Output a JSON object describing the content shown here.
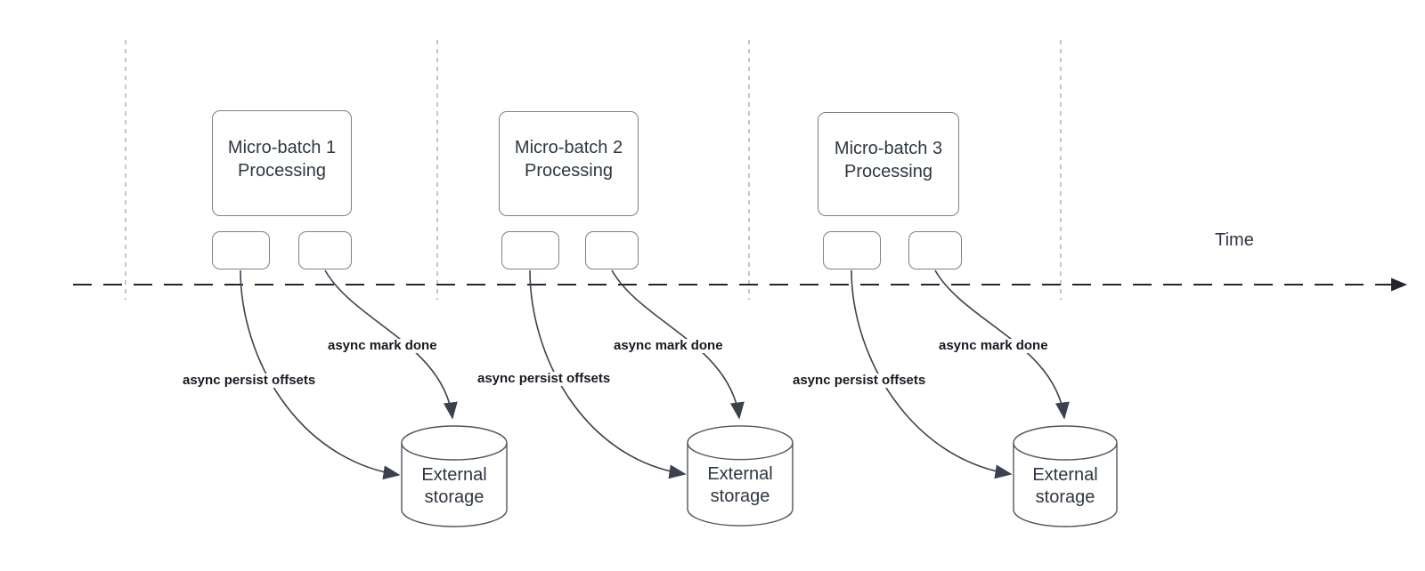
{
  "colors": {
    "background": "#ffffff",
    "guide_line": "#b0b3b6",
    "timeline_stroke": "#23262e",
    "arrow_stroke": "#3b424d",
    "shape_border": "#7a8188",
    "cylinder_border": "#4d555e",
    "shape_text": "#2e3742",
    "label_text": "#171b22"
  },
  "timeline": {
    "label": "Time"
  },
  "groups": [
    {
      "box_line1": "Micro-batch 1",
      "box_line2": "Processing",
      "persist_label": "async persist offsets",
      "mark_label": "async mark done",
      "storage_line1": "External",
      "storage_line2": "storage"
    },
    {
      "box_line1": "Micro-batch 2",
      "box_line2": "Processing",
      "persist_label": "async persist offsets",
      "mark_label": "async mark done",
      "storage_line1": "External",
      "storage_line2": "storage"
    },
    {
      "box_line1": "Micro-batch 3",
      "box_line2": "Processing",
      "persist_label": "async persist offsets",
      "mark_label": "async mark done",
      "storage_line1": "External",
      "storage_line2": "storage"
    }
  ]
}
